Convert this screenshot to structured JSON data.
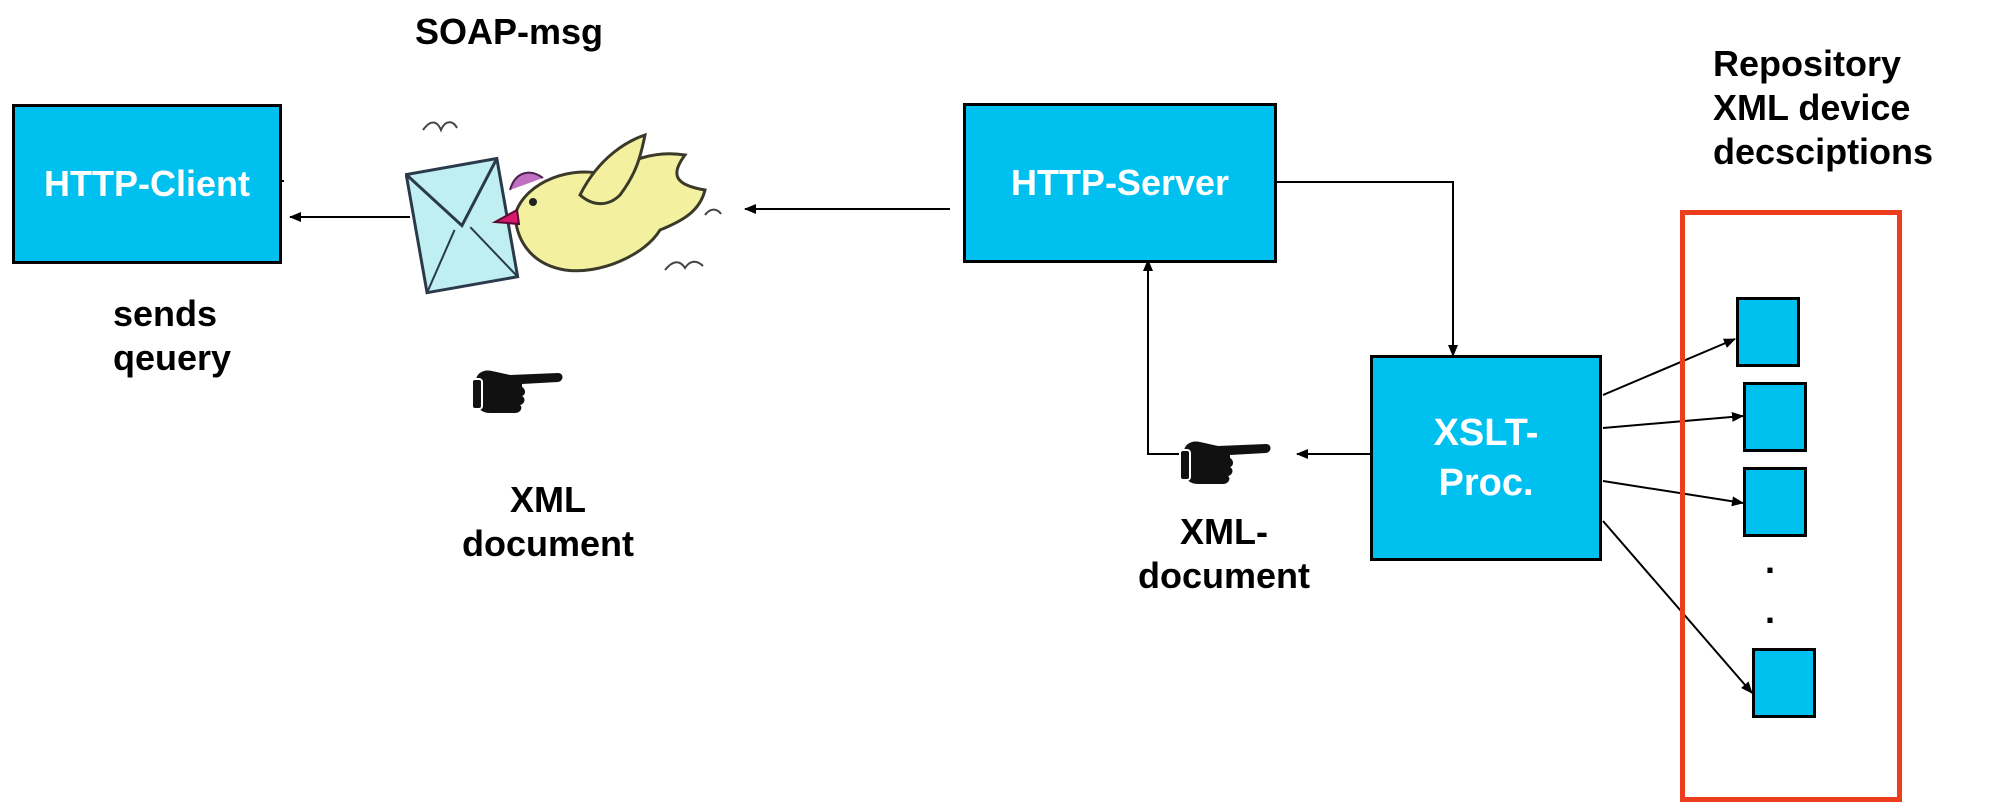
{
  "boxes": {
    "http_client": "HTTP-Client",
    "http_server": "HTTP-Server",
    "xslt_proc": "XSLT-\nProc."
  },
  "labels": {
    "soap_msg": "SOAP-msg",
    "sends_query": "sends\nqeuery",
    "xml_document_left": "XML\ndocument",
    "xml_document_right": "XML-\ndocument",
    "repository": "Repository\nXML device\ndecsciptions"
  },
  "repository_dots": [
    ".",
    "."
  ],
  "icons": [
    "pointing-hand-icon",
    "soap-bird-envelope-icon"
  ],
  "colors": {
    "box_fill": "#00c0f0",
    "box_text": "#ffffff",
    "repository_border": "#ec3d1c"
  }
}
